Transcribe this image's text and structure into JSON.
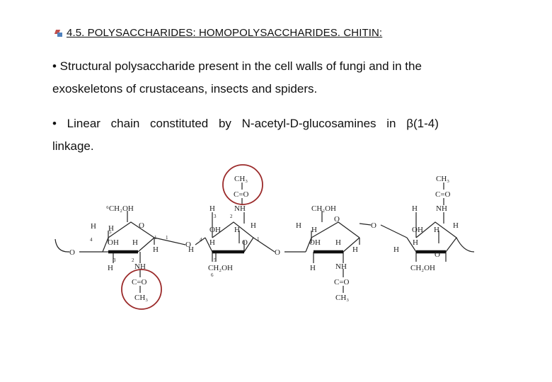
{
  "slide": {
    "title": "4.5. POLYSACCHARIDES: HOMOPOLYSACCHARIDES. CHITIN:",
    "bullet1": "• Structural polysaccharide present in the cell walls of fungi and in the exoskeletons of crustaceans, insects and spiders.",
    "bullet2_line1": "• Linear chain constituted by N-acetyl-D-glucosamines in β(1-4)",
    "bullet2_line2": "linkage."
  },
  "structure": {
    "atoms": {
      "O": "O",
      "H": "H",
      "OH": "OH",
      "NH": "NH",
      "CO": "C=O",
      "CH2OH": "CH₂OH",
      "CH3": "CH₃",
      "C6CH2OH": "⁶CH₂OH"
    },
    "positions": {
      "1": "1",
      "2": "2",
      "3": "3",
      "4": "4",
      "5": "5",
      "6": "6"
    },
    "highlight_color": "#9b2a2a"
  }
}
